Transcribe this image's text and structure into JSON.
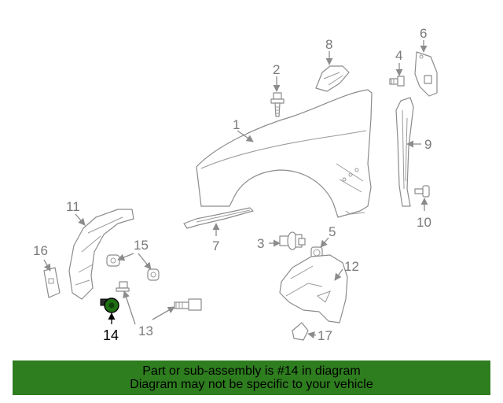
{
  "diagram": {
    "highlight_color": "#1f6e14",
    "labels": {
      "l1": "1",
      "l2": "2",
      "l3": "3",
      "l4": "4",
      "l5": "5",
      "l6": "6",
      "l7": "7",
      "l8": "8",
      "l9": "9",
      "l10": "10",
      "l11": "11",
      "l12": "12",
      "l13": "13",
      "l14": "14",
      "l15": "15",
      "l16": "16",
      "l17": "17"
    }
  },
  "banner": {
    "line1": "Part or sub-assembly is #14 in diagram",
    "line2": "Diagram may not be specific to your vehicle",
    "background": "#2e7d1f"
  }
}
